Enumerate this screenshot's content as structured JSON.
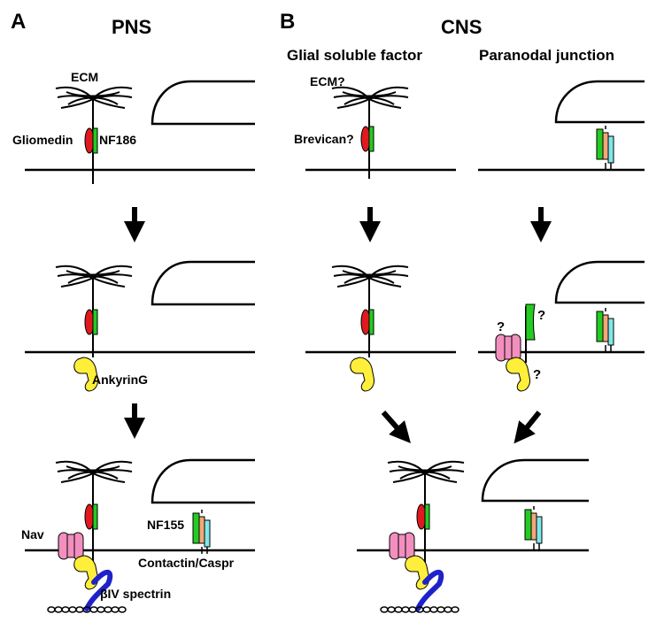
{
  "panels": {
    "a": {
      "letter": "A",
      "title": "PNS"
    },
    "b": {
      "letter": "B",
      "title": "CNS",
      "columns": [
        "Glial soluble factor",
        "Paranodal junction"
      ]
    }
  },
  "labels": {
    "ecm": "ECM",
    "ecm_q": "ECM?",
    "gliomedin": "Gliomedin",
    "nf186": "NF186",
    "brevican_q": "Brevican?",
    "ankyring": "AnkyrinG",
    "nav": "Nav",
    "nf155": "NF155",
    "contactin_caspr": "Contactin/Caspr",
    "biv_spectrin": "βIV spectrin",
    "question": "?"
  },
  "colors": {
    "gliomedin": "#e0191f",
    "nf186": "#22cc22",
    "nf155": "#22cc22",
    "contactin": "#f4a77a",
    "caspr": "#7fe8ea",
    "ankyrin": "#ffef3a",
    "nav": "#f28fbe",
    "spectrin": "#1f22c8"
  },
  "icons": [
    "ecm-fibers-icon",
    "glia-loop-icon",
    "ankyrin-icon",
    "nav-channel-icon",
    "spectrin-icon",
    "actin-chain-icon",
    "arrow-down-icon"
  ]
}
